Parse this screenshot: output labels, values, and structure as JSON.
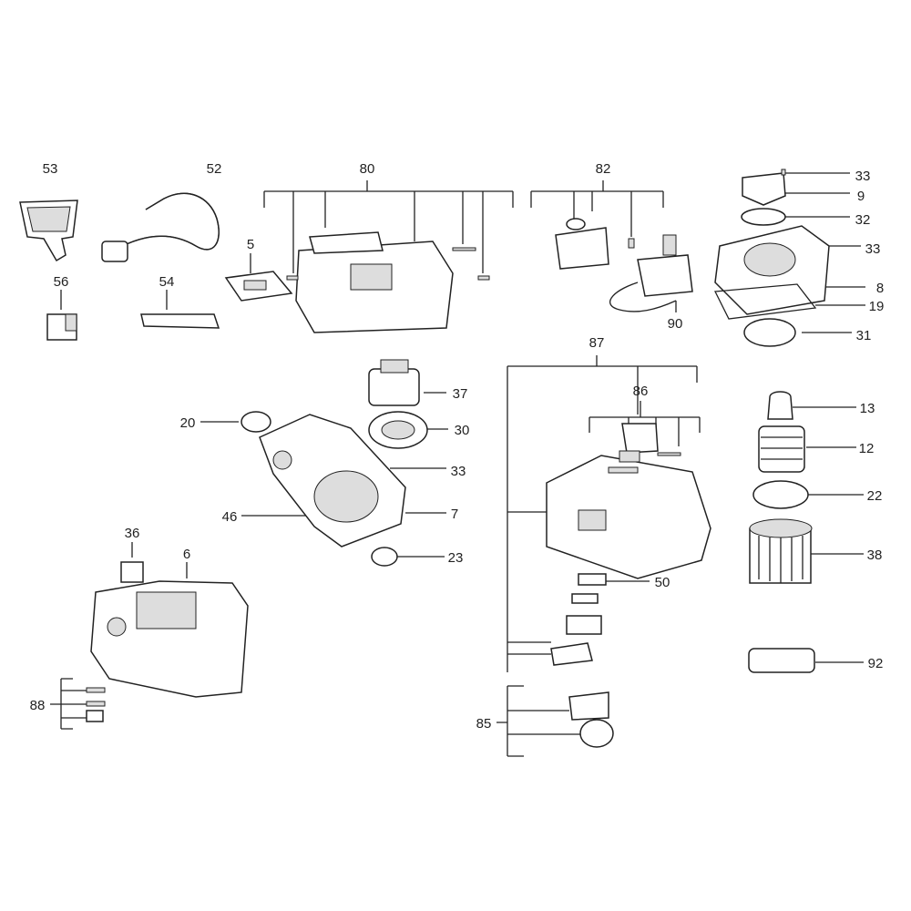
{
  "diagram": {
    "type": "exploded-parts-diagram",
    "callouts": [
      "53",
      "52",
      "80",
      "82",
      "33",
      "9",
      "32",
      "33",
      "8",
      "19",
      "31",
      "90",
      "5",
      "56",
      "54",
      "87",
      "86",
      "37",
      "20",
      "30",
      "13",
      "12",
      "33",
      "46",
      "7",
      "22",
      "23",
      "38",
      "36",
      "6",
      "50",
      "92",
      "88",
      "85"
    ]
  }
}
